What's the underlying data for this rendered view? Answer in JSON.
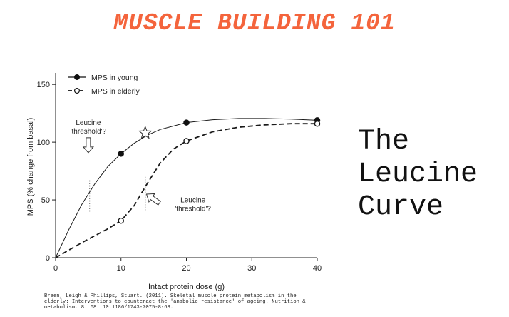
{
  "page": {
    "title": "MUSCLE BUILDING 101",
    "title_color": "#f4643c",
    "side_title": [
      "The",
      "Leucine",
      "Curve"
    ],
    "citation": "Breen, Leigh & Phillips, Stuart. (2011). Skeletal muscle protein metabolism in the\nelderly: Interventions to counteract the 'anabolic resistance' of ageing. Nutrition &\nmetabolism. 8. 68. 10.1186/1743-7075-8-68."
  },
  "chart_data": {
    "type": "line",
    "xlabel": "Intact protein dose (g)",
    "ylabel": "MPS (% change from basal)",
    "x_ticks": [
      0,
      10,
      20,
      30,
      40
    ],
    "y_ticks": [
      0,
      50,
      100,
      150
    ],
    "xlim": [
      0,
      40
    ],
    "ylim": [
      0,
      160
    ],
    "grid": false,
    "legend_position": "top-left",
    "series": [
      {
        "name": "MPS in young",
        "style": "solid",
        "marker": "filled-circle",
        "points": [
          [
            0,
            0
          ],
          [
            10,
            90
          ],
          [
            20,
            117
          ],
          [
            40,
            119
          ]
        ],
        "curve": [
          [
            0,
            0
          ],
          [
            2,
            24
          ],
          [
            4,
            46
          ],
          [
            6,
            64
          ],
          [
            8,
            79
          ],
          [
            10,
            90
          ],
          [
            12,
            99
          ],
          [
            14,
            106
          ],
          [
            16,
            111
          ],
          [
            18,
            114
          ],
          [
            20,
            117
          ],
          [
            24,
            119.5
          ],
          [
            28,
            120.5
          ],
          [
            32,
            120.5
          ],
          [
            36,
            120
          ],
          [
            40,
            119
          ]
        ]
      },
      {
        "name": "MPS in elderly",
        "style": "dashed",
        "marker": "open-circle",
        "points": [
          [
            0,
            0
          ],
          [
            10,
            32
          ],
          [
            20,
            101
          ],
          [
            40,
            116
          ]
        ],
        "curve": [
          [
            0,
            0
          ],
          [
            4,
            13
          ],
          [
            8,
            25
          ],
          [
            10,
            32
          ],
          [
            12,
            45
          ],
          [
            14,
            64
          ],
          [
            16,
            82
          ],
          [
            18,
            94
          ],
          [
            20,
            101
          ],
          [
            24,
            109
          ],
          [
            28,
            113
          ],
          [
            32,
            115
          ],
          [
            36,
            116
          ],
          [
            40,
            116
          ]
        ]
      }
    ],
    "annotations": [
      {
        "text": [
          "Leucine",
          "'threshold'?"
        ],
        "x": 5,
        "y": 115,
        "arrow_dir": "down",
        "line_x": 5.2,
        "line_from": 40,
        "line_to": 67
      },
      {
        "text": [
          "Leucine",
          "'threshold'?"
        ],
        "x": 21,
        "y": 48,
        "arrow_dir": "up-left",
        "line_x": 13.7,
        "line_from": 41,
        "line_to": 70
      }
    ],
    "star": {
      "x": 13.7,
      "y": 108
    }
  }
}
